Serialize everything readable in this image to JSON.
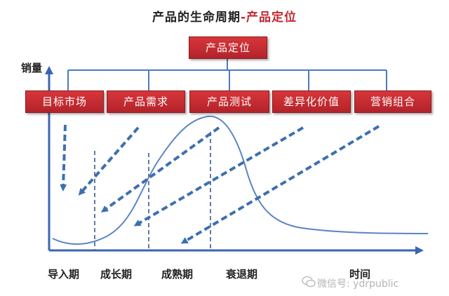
{
  "title": {
    "part1": "产品的生命周期",
    "separator": "-",
    "part2": "产品定位"
  },
  "top_box": "产品定位",
  "boxes": [
    "目标市场",
    "产品需求",
    "产品测试",
    "差异化价值",
    "营销组合"
  ],
  "y_axis_label": "销量",
  "x_axis_label": "时间",
  "stages": [
    "导入期",
    "成长期",
    "成熟期",
    "衰退期"
  ],
  "watermark": "微信号: ydrpublic",
  "colors": {
    "box_red": "#c0282e",
    "arrow_blue": "#3e6fb0",
    "curve_blue": "#5b84c4"
  }
}
